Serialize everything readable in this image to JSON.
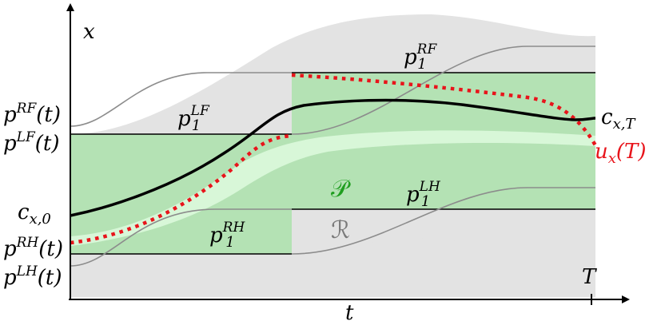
{
  "axes": {
    "y_label": "x",
    "x_label": "t",
    "x_end_tick": "T"
  },
  "labels": {
    "p_rf_t": {
      "base": "p",
      "sup": "RF",
      "arg": "(t)"
    },
    "p_lf_t": {
      "base": "p",
      "sup": "LF",
      "arg": "(t)"
    },
    "p_rh_t": {
      "base": "p",
      "sup": "RH",
      "arg": "(t)"
    },
    "p_lh_t": {
      "base": "p",
      "sup": "LH",
      "arg": "(t)"
    },
    "c_x0": {
      "base": "c",
      "sub": "x,0"
    },
    "c_xT": {
      "base": "c",
      "sub": "x,T"
    },
    "u_xT": {
      "base": "u",
      "sub": "x",
      "arg": "(T)"
    },
    "p1_lf": {
      "base": "p",
      "sub": "1",
      "sup": "LF"
    },
    "p1_rf": {
      "base": "p",
      "sub": "1",
      "sup": "RF"
    },
    "p1_rh": {
      "base": "p",
      "sub": "1",
      "sup": "RH"
    },
    "p1_lh": {
      "base": "p",
      "sub": "1",
      "sup": "LH"
    },
    "region_P": "𝒫",
    "region_R": "ℛ"
  },
  "colors": {
    "outer_region": "#e3e3e3",
    "support_region": "#b4e2b4",
    "inner_band": "#d8f7d8",
    "trajectory": "#000000",
    "reference": "#e8141b",
    "foot_curve": "#8c8c8c",
    "label_P": "#1f9e1f",
    "label_R": "#7a7a7a"
  }
}
